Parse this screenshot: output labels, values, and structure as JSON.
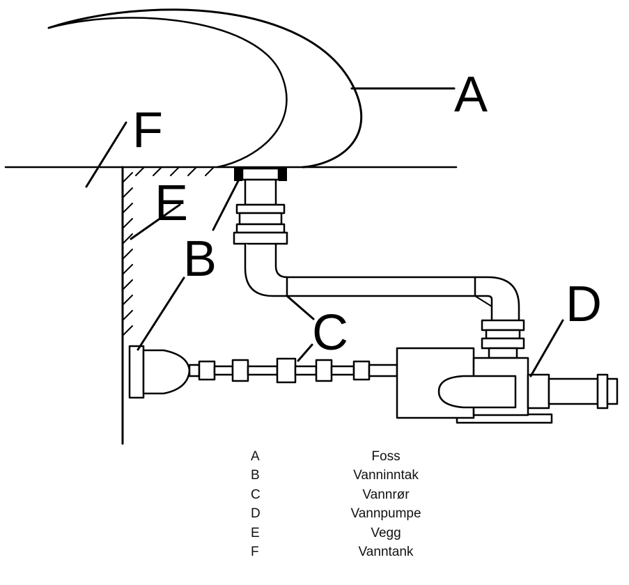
{
  "diagram": {
    "labels": {
      "A": "A",
      "B": "B",
      "C": "C",
      "D": "D",
      "E": "E",
      "F": "F"
    }
  },
  "legend": {
    "rows": [
      {
        "key": "A",
        "value": "Foss"
      },
      {
        "key": "B",
        "value": "Vanninntak"
      },
      {
        "key": "C",
        "value": "Vannrør"
      },
      {
        "key": "D",
        "value": "Vannpumpe"
      },
      {
        "key": "E",
        "value": "Vegg"
      },
      {
        "key": "F",
        "value": "Vanntank"
      }
    ]
  }
}
